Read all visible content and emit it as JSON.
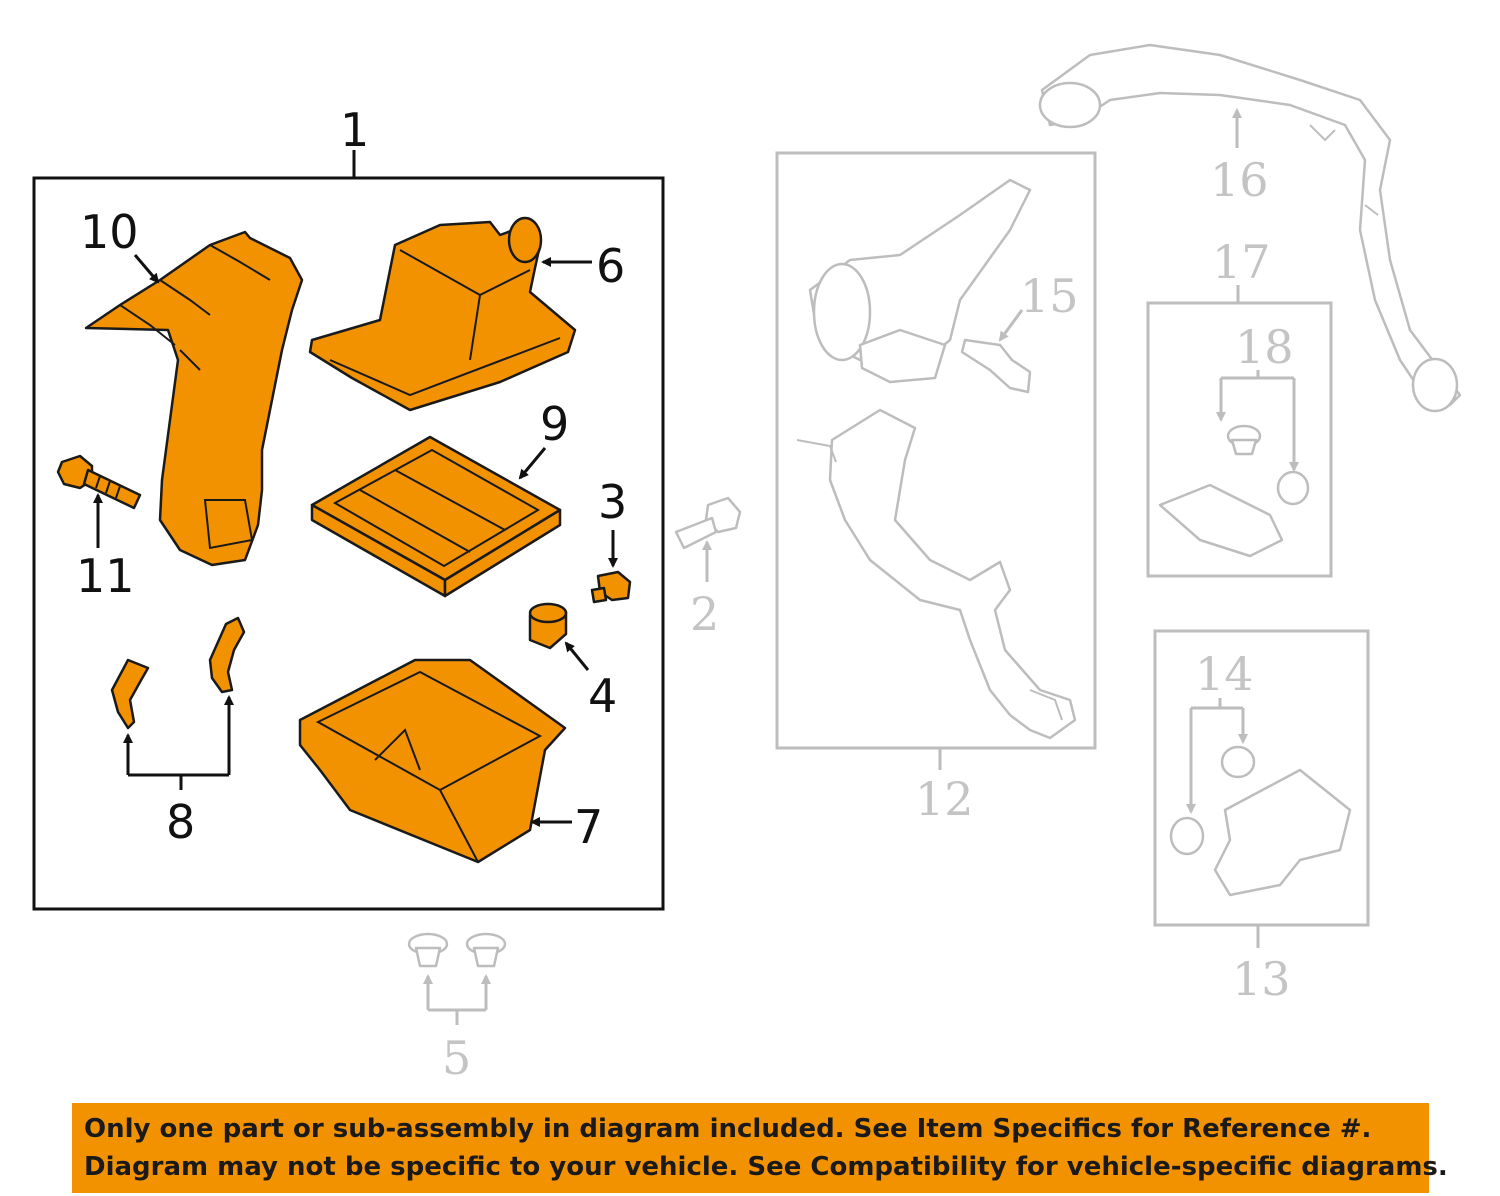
{
  "colors": {
    "part_fill": "#f39200",
    "muted": "#bdbdbd",
    "banner": "#f39200"
  },
  "callouts": {
    "c1": "1",
    "c2": "2",
    "c3": "3",
    "c4": "4",
    "c5": "5",
    "c6": "6",
    "c7": "7",
    "c8": "8",
    "c9": "9",
    "c10": "10",
    "c11": "11",
    "c12": "12",
    "c13": "13",
    "c14": "14",
    "c15": "15",
    "c16": "16",
    "c17": "17",
    "c18": "18"
  },
  "disclaimer": {
    "line1": "Only one part or sub-assembly in diagram included. See Item Specifics for Reference #.",
    "line2": "Diagram may not be specific to your vehicle. See Compatibility for vehicle-specific diagrams."
  }
}
